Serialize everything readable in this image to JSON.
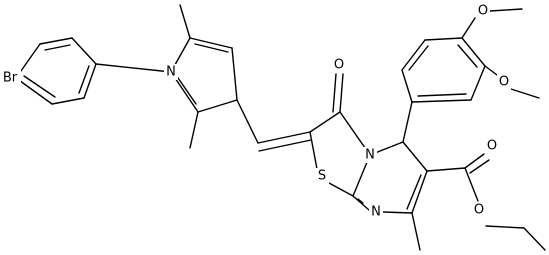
{
  "molecule": {
    "atom_labels": {
      "bromine": "Br",
      "pyrrole_nitrogen": "N",
      "ring_nitrogen_upper": "N",
      "ring_nitrogen_lower": "N",
      "sulfur": "S",
      "ketone_oxygen": "O",
      "methoxy_oxygen_1": "O",
      "methoxy_oxygen_2": "O",
      "ester_carbonyl_oxygen": "O",
      "ester_ether_oxygen": "O"
    }
  },
  "colors": {
    "bond": "#000000",
    "label": "#000000",
    "background": "#ffffff"
  }
}
